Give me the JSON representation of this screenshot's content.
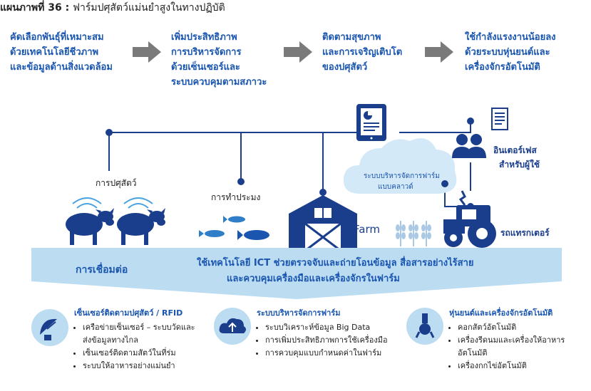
{
  "title": {
    "prefix": "แผนภาพที่ 36 :",
    "text": "ฟาร์มปศุสัตว์แม่นยำสูงในทางปฏิบัติ"
  },
  "steps": [
    {
      "lines": [
        "คัดเลือกพันธุ์ที่เหมาะสม",
        "ด้วยเทคโนโลยีชีวภาพ",
        "และข้อมูลด้านสิ่งแวดล้อม"
      ]
    },
    {
      "lines": [
        "เพิ่มประสิทธิภาพ",
        "การบริหารจัดการ",
        "ด้วยเซ็นเซอร์และ",
        "ระบบควบคุมตามสภาวะ"
      ]
    },
    {
      "lines": [
        "ติดตามสุขภาพ",
        "และการเจริญเติบโต",
        "ของปศุสัตว์"
      ]
    },
    {
      "lines": [
        "ใช้กำลังแรงงานน้อยลง",
        "ด้วยระบบหุ่นยนต์และ",
        "เครื่องจักรอัตโนมัติ"
      ]
    }
  ],
  "scene": {
    "livestock_label": "การปศุสัตว์",
    "fishery_label": "การทำประมง",
    "cloud_label_1": "ระบบบริหารจัดการฟาร์ม",
    "cloud_label_2": "แบบคลาวด์",
    "interface_label_1": "อินเตอร์เฟส",
    "interface_label_2": "สำหรับผู้ใช้",
    "farm_label": "Farm",
    "tractor_label": "รถแทรกเตอร์"
  },
  "band": {
    "connect_label": "การเชื่อมต่อ",
    "line1": "ใช้เทคโนโลยี ICT ช่วยตรวจจับและถ่ายโอนข้อมูล สื่อสารอย่างไร้สาย",
    "line2": "และควบคุมเครื่องมือและเครื่องจักรในฟาร์ม"
  },
  "panels": [
    {
      "title": "เซ็นเซอร์ติดตามปศุสัตว์ / RFID",
      "items": [
        "เครือข่ายเซ็นเซอร์ – ระบบวัดและ",
        "ส่งข้อมูลทางไกล",
        "เซ็นเซอร์ติดตามสัตว์ในที่ร่ม",
        "ระบบให้อาหารอย่างแม่นยำ"
      ]
    },
    {
      "title": "ระบบบริหารจัดการฟาร์ม",
      "items": [
        "ระบบวิเคราะห์ข้อมูล Big Data",
        "การเพิ่มประสิทธิภาพการใช้เครื่องมือ",
        "การควบคุมแบบกำหนดค่าในฟาร์ม"
      ]
    },
    {
      "title": "หุ่นยนต์และเครื่องจักรอัตโนมัติ",
      "items": [
        "คอกสัตว์อัตโนมัติ",
        "เครื่องรีดนมและเครื่องให้อาหาร",
        "อัตโนมัติ",
        "เครื่องกกไข่อัตโนมัติ"
      ]
    }
  ],
  "colors": {
    "navy": "#1a3e8c",
    "blue": "#1a56b0",
    "band": "#bcdcf2",
    "cloud": "#d4e9f7",
    "arrow": "#7a7a7a"
  }
}
